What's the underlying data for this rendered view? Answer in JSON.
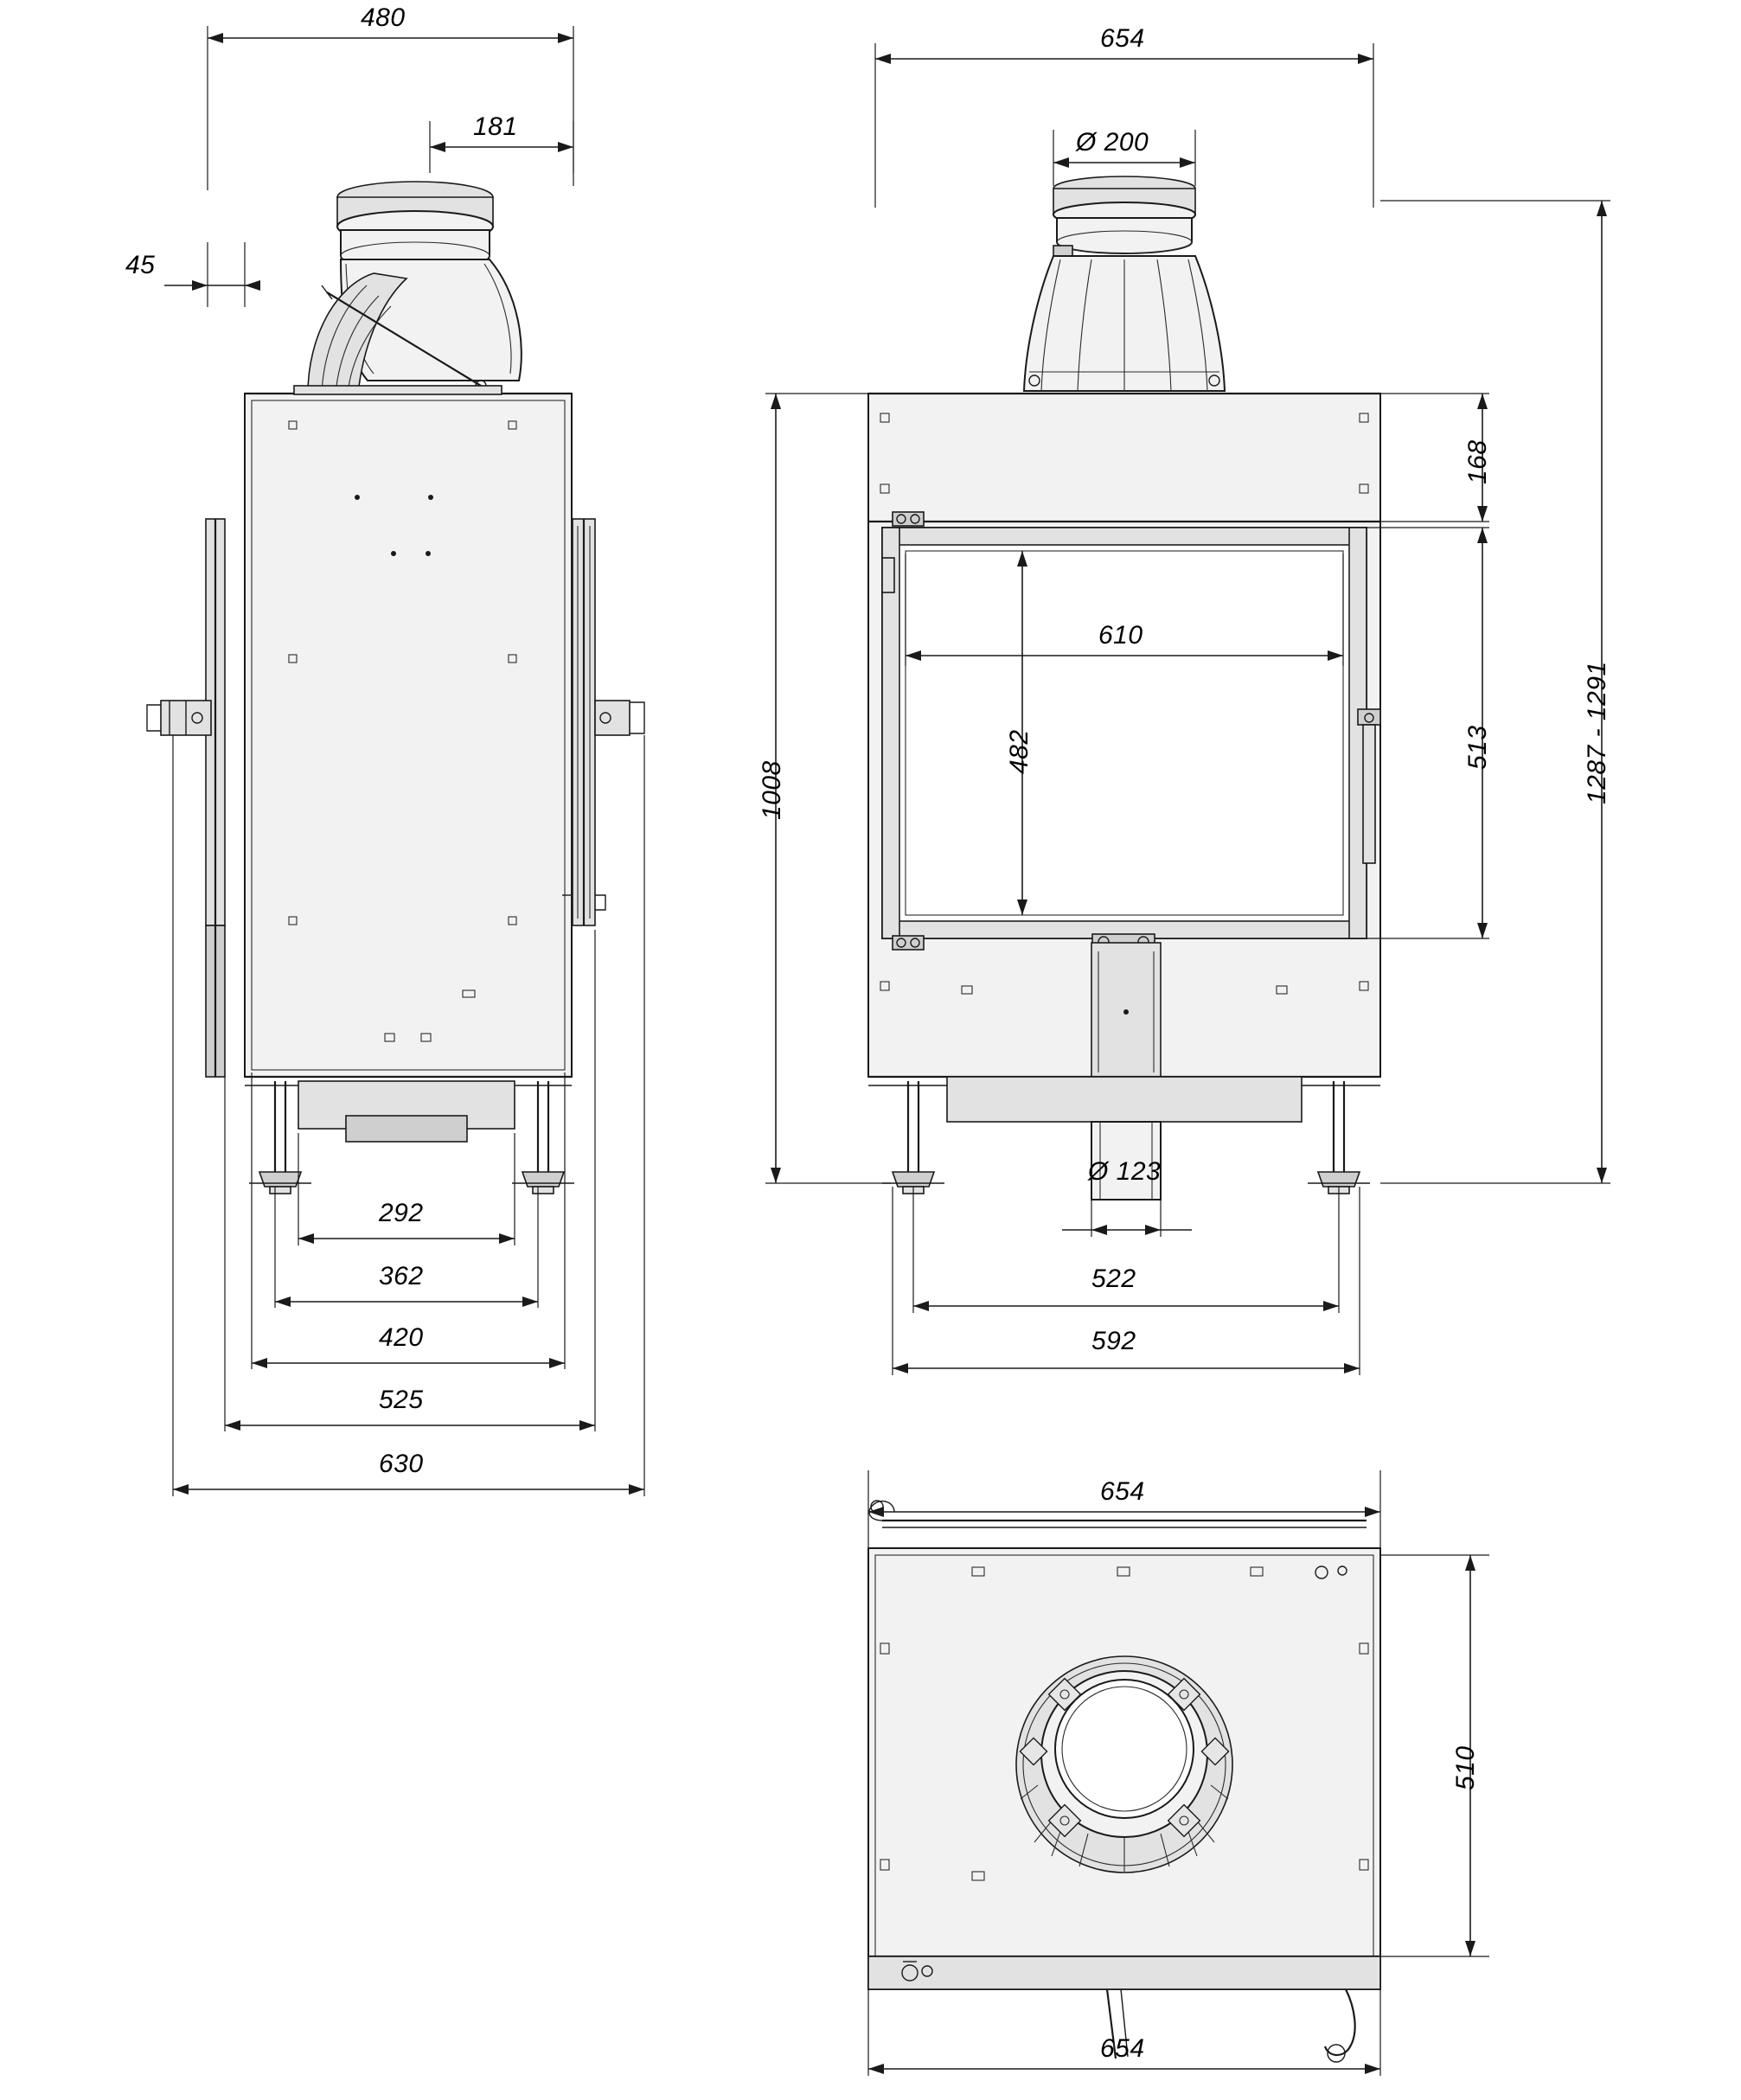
{
  "drawing": {
    "title": "Fireplace insert technical drawing — three orthographic views with dimensions",
    "units": "mm",
    "views": [
      {
        "name": "side-view",
        "label": ""
      },
      {
        "name": "front-view",
        "label": ""
      },
      {
        "name": "top-view",
        "label": ""
      }
    ]
  },
  "dimensions": {
    "side_view": {
      "overall_depth_top": "480",
      "flue_width": "181",
      "flue_offset": "45",
      "leg_inner": "292",
      "leg_mid": "362",
      "body_inner": "420",
      "body_outer": "525",
      "overall_depth_bottom": "630"
    },
    "front_view": {
      "overall_width_top": "654",
      "flue_diameter": "Ø 200",
      "top_section_height": "168",
      "body_height": "1008",
      "glass_width": "610",
      "glass_height": "482",
      "door_height": "513",
      "total_height_range": "1287 - 1291",
      "air_inlet_diameter": "Ø 123",
      "leg_span_inner": "522",
      "leg_span_outer": "592"
    },
    "top_view": {
      "width_top": "654",
      "depth": "510",
      "width_bottom": "654"
    }
  },
  "labels": [
    {
      "id": "d-480",
      "text": "480"
    },
    {
      "id": "d-181",
      "text": "181"
    },
    {
      "id": "d-45",
      "text": "45"
    },
    {
      "id": "d-292",
      "text": "292"
    },
    {
      "id": "d-362",
      "text": "362"
    },
    {
      "id": "d-420",
      "text": "420"
    },
    {
      "id": "d-525",
      "text": "525"
    },
    {
      "id": "d-630",
      "text": "630"
    },
    {
      "id": "d-654-front",
      "text": "654"
    },
    {
      "id": "d-dia200",
      "text": "Ø 200"
    },
    {
      "id": "d-168",
      "text": "168"
    },
    {
      "id": "d-1008",
      "text": "1008"
    },
    {
      "id": "d-610",
      "text": "610"
    },
    {
      "id": "d-482",
      "text": "482"
    },
    {
      "id": "d-513",
      "text": "513"
    },
    {
      "id": "d-1287-1291",
      "text": "1287 - 1291"
    },
    {
      "id": "d-dia123",
      "text": "Ø 123"
    },
    {
      "id": "d-522",
      "text": "522"
    },
    {
      "id": "d-592",
      "text": "592"
    },
    {
      "id": "d-654-topview-top",
      "text": "654"
    },
    {
      "id": "d-510",
      "text": "510"
    },
    {
      "id": "d-654-topview-bottom",
      "text": "654"
    }
  ]
}
